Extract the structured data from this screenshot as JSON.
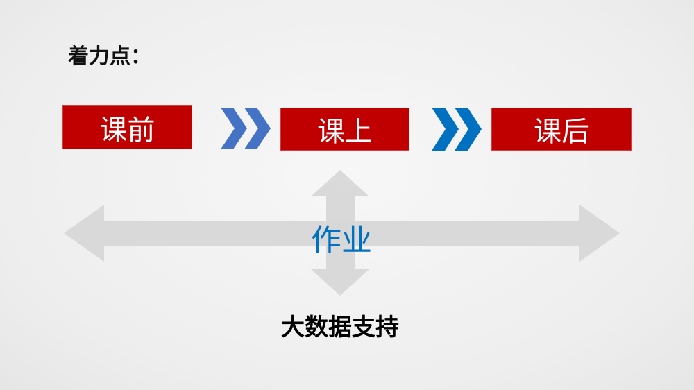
{
  "title": "着力点：",
  "stages": [
    "课前",
    "课上",
    "课后"
  ],
  "center_label": "作业",
  "bottom_label": "大数据支持",
  "colors": {
    "box": "#c00000",
    "chevron1": "#4472c4",
    "chevron2": "#0070c0",
    "arrow": "#d9d9d9",
    "center_text": "#0070c0"
  }
}
